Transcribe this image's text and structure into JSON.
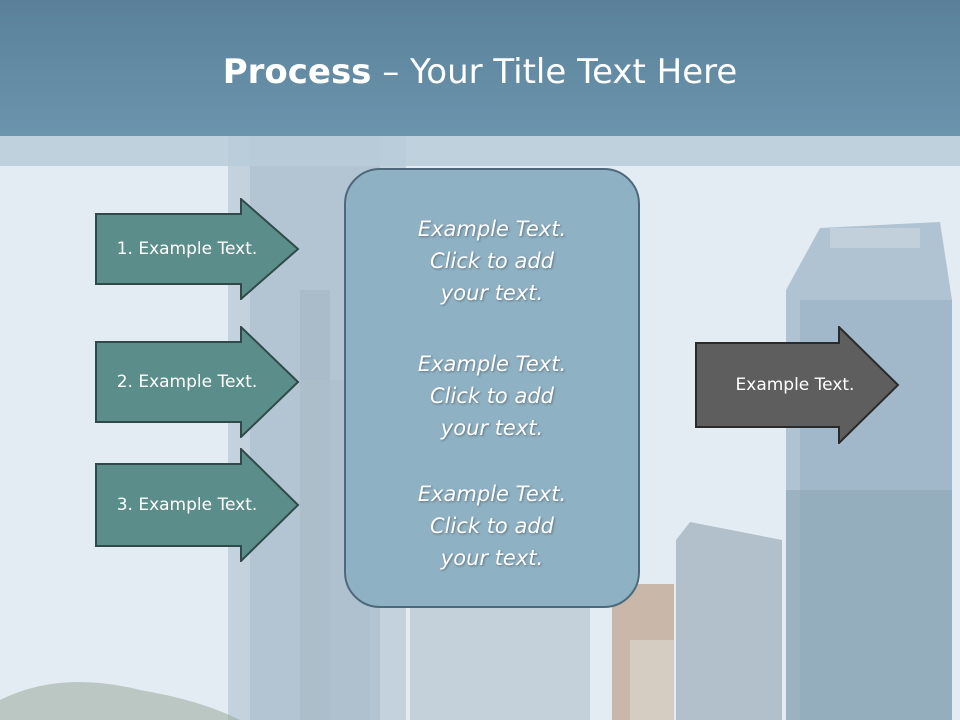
{
  "slide": {
    "title_bold": "Process",
    "title_rest": " – Your Title Text Here",
    "left_arrows": [
      {
        "label": "1. Example Text."
      },
      {
        "label": "2. Example Text."
      },
      {
        "label": "3. Example Text."
      }
    ],
    "center_items": [
      {
        "line1": "Example Text.",
        "line2": "Click  to add",
        "line3": "your text."
      },
      {
        "line1": "Example Text.",
        "line2": "Click  to add",
        "line3": "your text."
      },
      {
        "line1": "Example Text.",
        "line2": "Click  to add",
        "line3": "your text."
      }
    ],
    "output_arrow": {
      "label": "Example Text."
    }
  },
  "colors": {
    "title_band": "#6b94ad",
    "left_arrow_fill": "#5b8e8a",
    "center_box_fill": "#8fb1c4",
    "output_arrow_fill": "#5e5e5e"
  }
}
